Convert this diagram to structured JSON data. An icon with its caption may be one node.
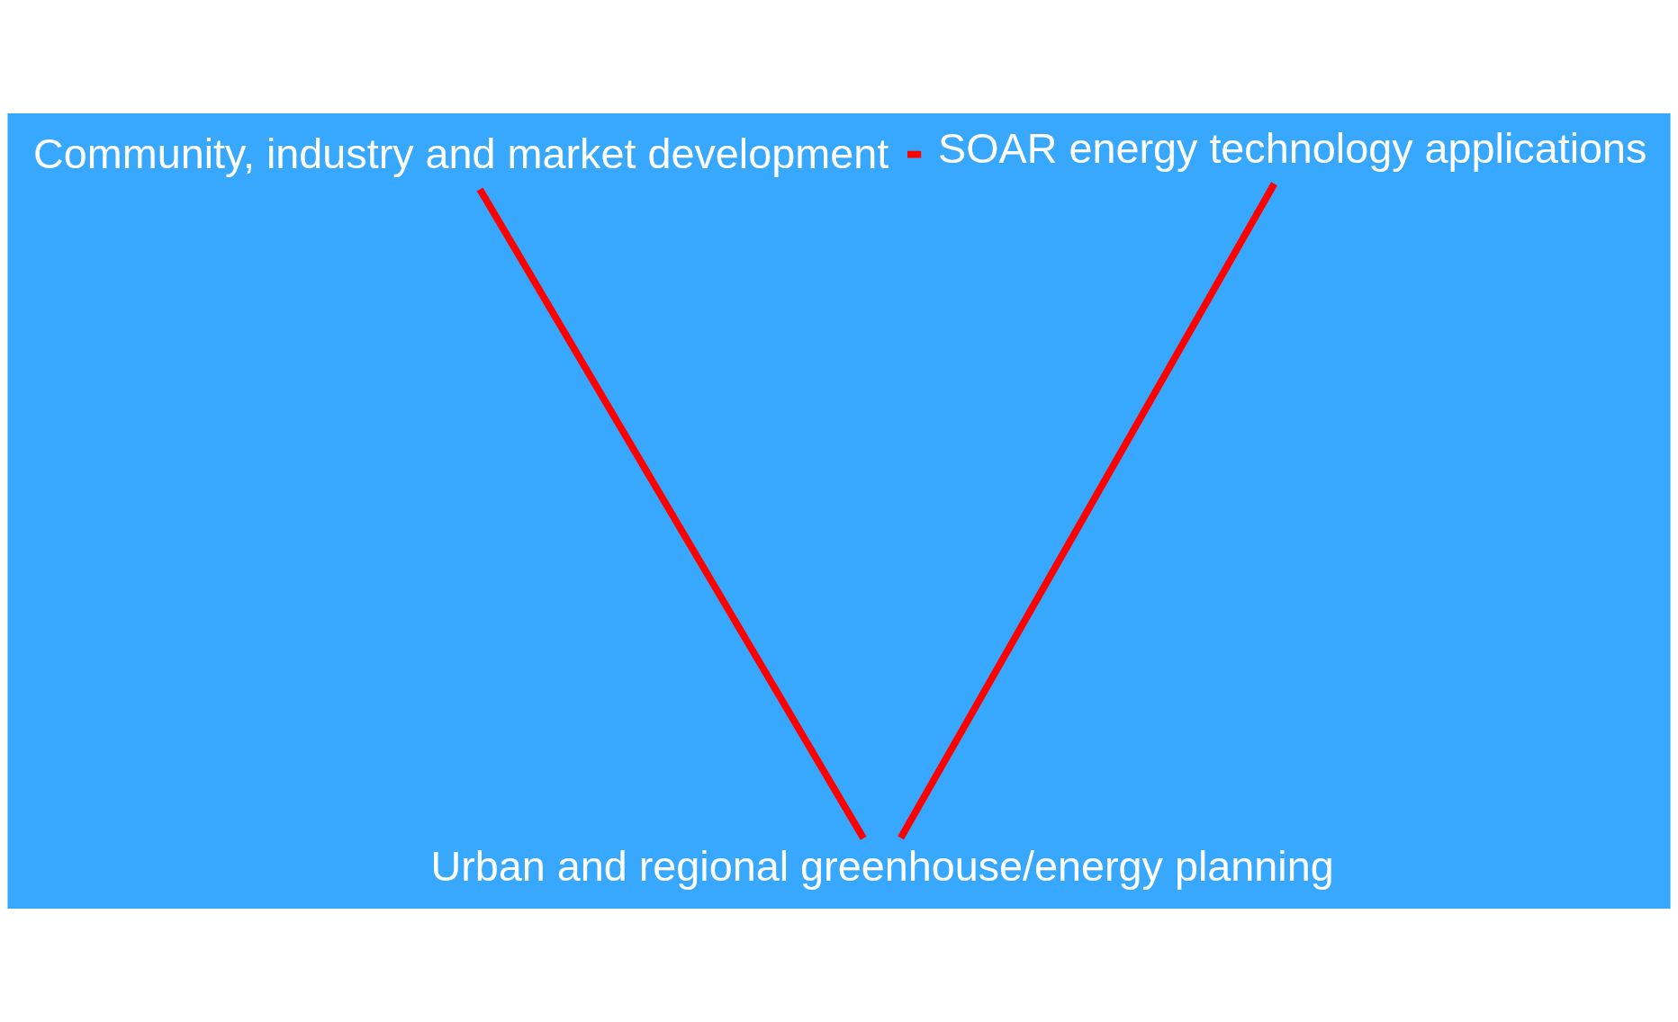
{
  "diagram": {
    "nodes": [
      {
        "text": [
          "Community, industry and market development"
        ]
      },
      {
        "text": [
          "SOAR energy technology applications"
        ]
      },
      {
        "text": [
          "Urban and regional greenhouse/energy planning"
        ]
      }
    ],
    "edges": [
      {
        "from": 1,
        "to": 0,
        "arrow": "none"
      },
      {
        "from": 0,
        "to": 2,
        "arrow": "none"
      },
      {
        "from": 1,
        "to": 2,
        "arrow": "none"
      }
    ]
  }
}
